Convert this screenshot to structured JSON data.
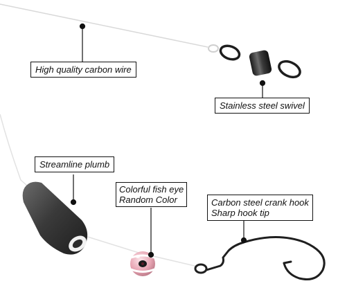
{
  "labels": {
    "carbon_wire": "High quality carbon wire",
    "swivel": "Stainless steel swivel",
    "plumb": "Streamline plumb",
    "fish_eye_line1": "Colorful fish eye",
    "fish_eye_line2": "Random Color",
    "hook_line1": "Carbon steel crank hook",
    "hook_line2": "Sharp hook tip"
  },
  "colors": {
    "metal_dark": "#2a2a2a",
    "bead_pink": "#e8a6b4",
    "line": "#d9d9d9",
    "pointer": "#111111"
  }
}
